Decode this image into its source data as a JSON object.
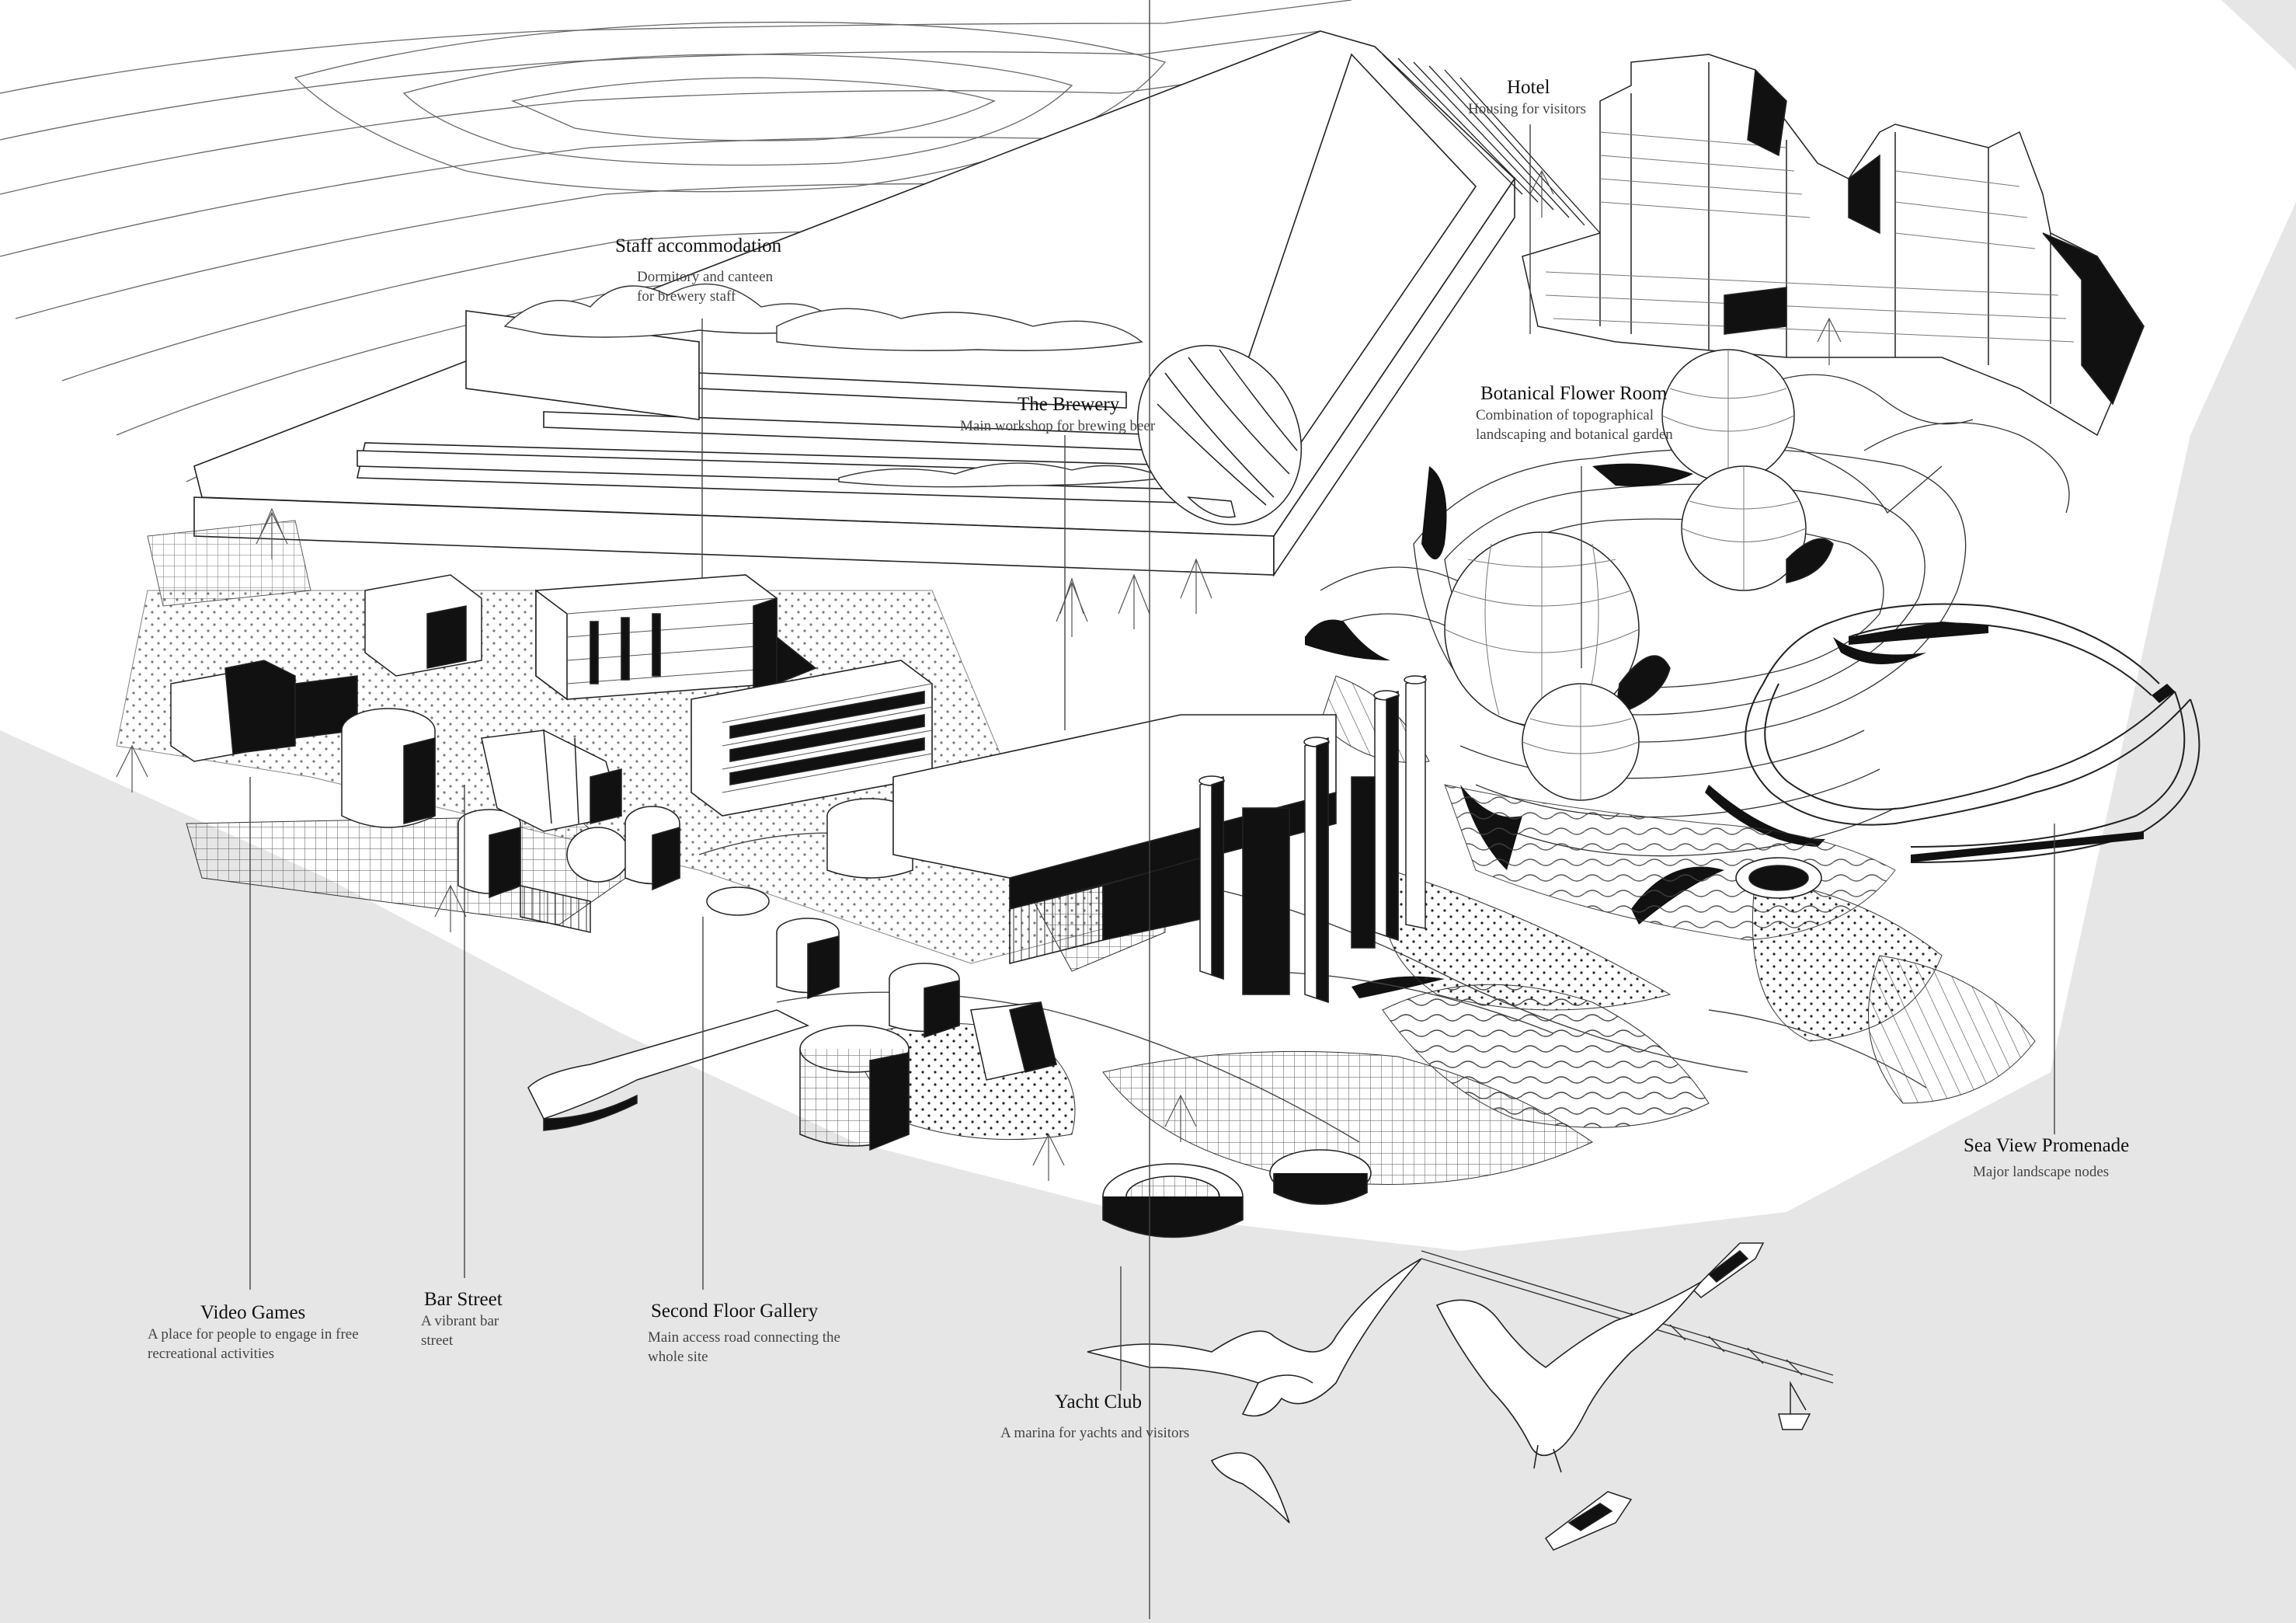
{
  "annotations": {
    "hotel": {
      "title": "Hotel",
      "desc": "Housing for visitors"
    },
    "staff": {
      "title": "Staff accommodation",
      "desc": "Dormitory and canteen for brewery staff"
    },
    "brewery": {
      "title": "The Brewery",
      "desc": "Main workshop for brewing beer"
    },
    "botanical": {
      "title": "Botanical Flower Room",
      "desc": "Combination of topographical landscaping and botanical garden"
    },
    "seaview": {
      "title": "Sea View Promenade",
      "desc": "Major landscape nodes"
    },
    "videogames": {
      "title": "Video Games",
      "desc": "A place for people to engage in free recreational activities"
    },
    "barstreet": {
      "title": "Bar Street",
      "desc": "A vibrant bar street"
    },
    "gallery": {
      "title": "Second Floor Gallery",
      "desc": "Main access road connecting the whole site"
    },
    "yacht": {
      "title": "Yacht Club",
      "desc": "A marina for yachts and visitors"
    }
  },
  "colors": {
    "background": "#e6e6e6",
    "site": "#ffffff",
    "ink": "#111111",
    "shadow": "#1a1a1a"
  }
}
